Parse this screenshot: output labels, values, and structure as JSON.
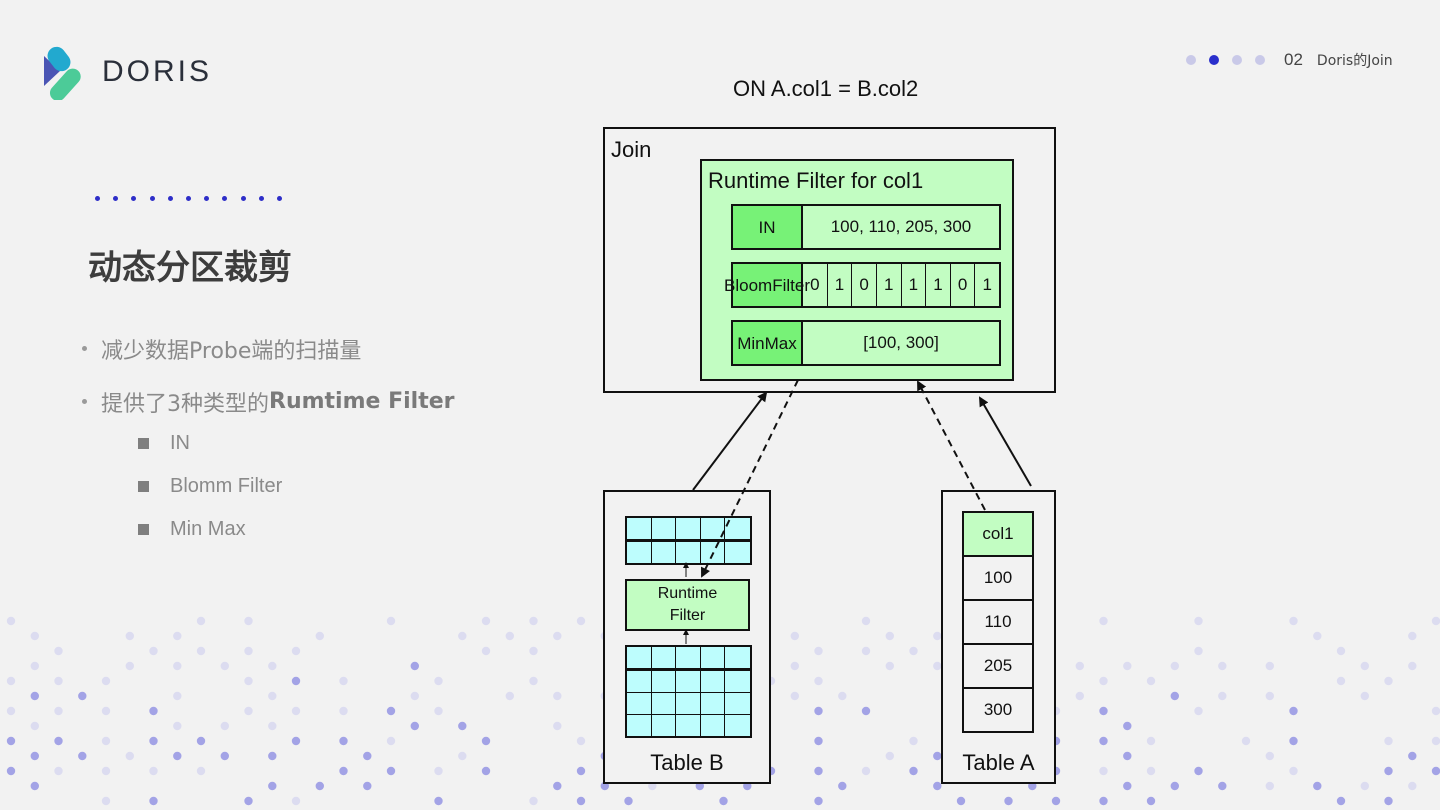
{
  "brand": {
    "name": "DORIS",
    "logo_icon": "doris-logo-icon"
  },
  "pager": {
    "total_dots": 4,
    "active_index": 1,
    "section_number": "02",
    "section_title": "Doris的Join"
  },
  "slide": {
    "title": "动态分区裁剪",
    "bullets": [
      {
        "text": "减少数据Probe端的扫描量",
        "bold": ""
      },
      {
        "text": "提供了3种类型的",
        "bold": "Rumtime Filter"
      }
    ],
    "sub_items": [
      "IN",
      "Blomm Filter",
      "Min Max"
    ]
  },
  "diagram": {
    "condition": "ON A.col1 = B.col2",
    "join_label": "Join",
    "runtime_filter_title": "Runtime Filter for col1",
    "filters": {
      "in": {
        "label": "IN",
        "value": "100, 110, 205, 300"
      },
      "bloom": {
        "label_line1": "Bloom",
        "label_line2": "Filter",
        "bits": [
          "0",
          "1",
          "0",
          "1",
          "1",
          "1",
          "0",
          "1"
        ]
      },
      "minmax": {
        "label_line1": "Min",
        "label_line2": "Max",
        "value": "[100,  300]"
      }
    },
    "table_b": {
      "label": "Table B",
      "filter_line1": "Runtime",
      "filter_line2": "Filter",
      "top_grid_rows": 2,
      "bottom_grid_rows": 4,
      "grid_cols": 5
    },
    "table_a": {
      "label": "Table A",
      "column_header": "col1",
      "values": [
        "100",
        "110",
        "205",
        "300"
      ]
    }
  },
  "colors": {
    "background": "#f2f2f2",
    "accent_blue": "#2a2fcc",
    "filter_green_light": "#c2fdc2",
    "filter_green_dark": "#77f277",
    "table_cyan": "#bdfdfd",
    "dot_purple": "#a3a3e6",
    "dot_purple_light": "#dcdcf0"
  }
}
